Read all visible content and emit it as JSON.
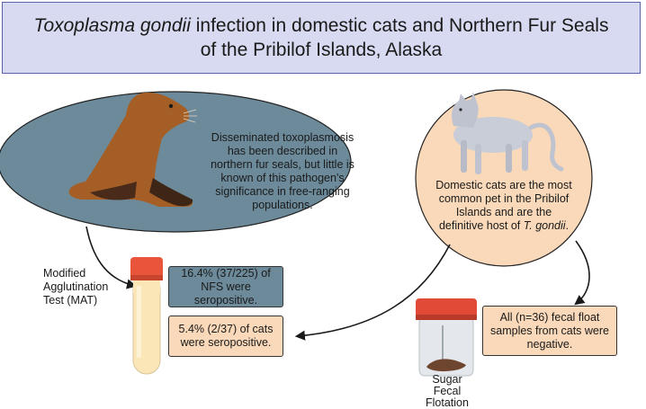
{
  "title": {
    "italic": "Toxoplasma gondii",
    "rest": " infection in domestic cats and Northern Fur Seals of the Pribilof Islands, Alaska"
  },
  "seal_text": "Disseminated toxoplasmosis has been described in northern fur seals, but little is known of this pathogen's significance in free-ranging populations.",
  "cat_text": {
    "main": "Domestic cats are the most common pet in the Pribilof Islands and are the definitive host of ",
    "italic": "T. gondii",
    "end": "."
  },
  "mat_label": "Modified Agglutination Test (MAT)",
  "result_nfs": "16.4% (37/225) of NFS were seropositive.",
  "result_cats": "5.4% (2/37) of cats were seropositive.",
  "fecal_result": "All (n=36) fecal float samples from cats were negative.",
  "fecal_label": "Sugar Fecal Flotation",
  "colors": {
    "title_bg": "#d7daf0",
    "seal_ellipse": "#6c8a9a",
    "cat_circle": "#f9d9b9",
    "tube_cap": "#e8553a"
  }
}
